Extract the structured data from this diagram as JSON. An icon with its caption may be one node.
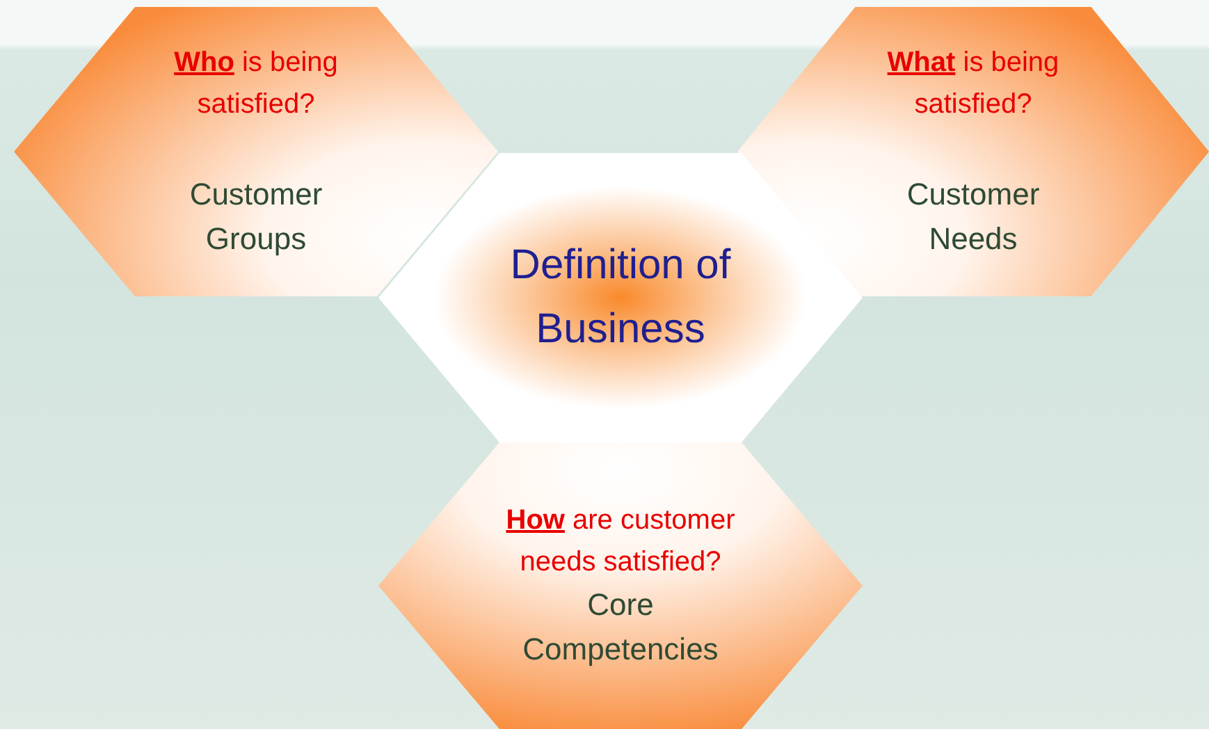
{
  "diagram": {
    "nodes": [
      {
        "text": [
          "**Who** is being satisfied?",
          "Customer Groups"
        ]
      },
      {
        "text": [
          "**What** is being satisfied?",
          "Customer Needs"
        ]
      },
      {
        "text": [
          "Definition of Business"
        ]
      },
      {
        "text": [
          "**How** are customer needs satisfied?",
          "Core Competencies"
        ]
      }
    ]
  }
}
